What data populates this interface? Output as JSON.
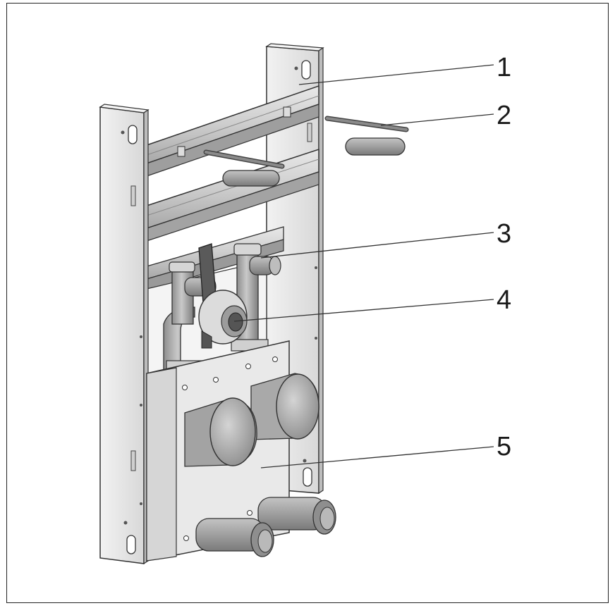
{
  "figure": {
    "callouts": [
      {
        "label": "1",
        "part": "frame-upper-rail"
      },
      {
        "label": "2",
        "part": "wall-anchor-bolt"
      },
      {
        "label": "3",
        "part": "water-supply-elbow"
      },
      {
        "label": "4",
        "part": "drain-connection"
      },
      {
        "label": "5",
        "part": "tank-housing"
      }
    ]
  },
  "colors": {
    "outline": "#222222",
    "metal_light": "#e6e6e6",
    "metal_mid": "#cfcfcf",
    "metal_dark": "#9a9a9a",
    "pipe": "#b0b0b0",
    "leader": "#333333"
  }
}
